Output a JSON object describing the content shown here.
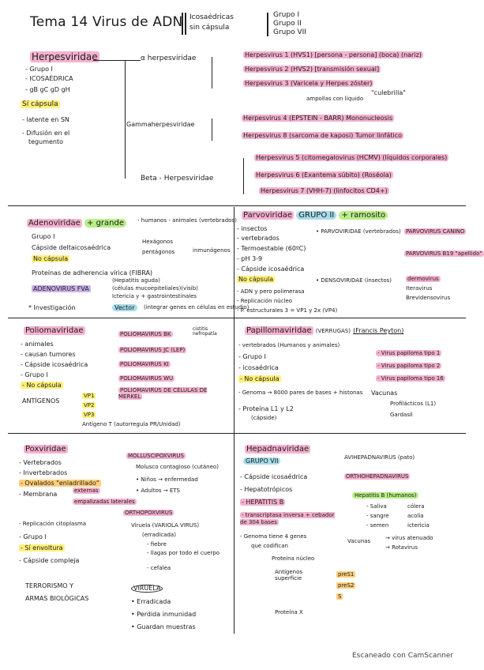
{
  "header": {
    "title": "Tema 14 Virus de ADN",
    "icosaedricas": "Icosaédricas",
    "sin_capsula": "sin cápsula",
    "grupos": [
      "Grupo I",
      "Grupo II",
      "Grupo VII"
    ]
  },
  "herpes": {
    "title": "Herpesviridae",
    "props": [
      "- Grupo I",
      "- ICOSAÉDRICA",
      "- gB gC gD gH",
      "Sí cápsula",
      "- latente en SN",
      "- Difusión en el",
      "tegumento"
    ],
    "alpha": "α herpesviridae",
    "gamma": "Gammaherpesviridae",
    "beta": "Beta - Herpesviridae",
    "hsv1": "Herpesvirus 1 (HVS1) [persona - persona] (boca) (nariz)",
    "hsv2": "Herpesvirus 2 (HVS2) [transmisión sexual]",
    "hsv3": "Herpesvirus 3 (Varicela y Herpes zóster)",
    "hsv3_note": "\"culebrilla\"",
    "hsv3_sub": "ampollas con líquido",
    "hsv4": "Herpesvirus 4 (EPSTEIN - BARR) Mononucleosis",
    "hsv8": "Herpesvirus 8 (sarcoma de kaposi) Tumor linfático",
    "hsv5": "Herpesvirus 5 (citomegalovirus (HCMV) (líquidos corporales)",
    "hsv6": "Herpesvirus 6 (Exantema súbito) (Roséola)",
    "hsv7": "Herpesvirus 7 (VHH-7) (linfocitos CD4+)"
  },
  "adeno": {
    "title": "Adenoviridae",
    "tag": "+ grande",
    "hosts": "- humanos - animales (vertebrados)",
    "lines": [
      "Grupo I",
      "Cápside deltaicosaédrica",
      "No cápsula",
      "Proteínas de adherencia vírica (FIBRA)"
    ],
    "capside_sub": [
      "Hexágonos",
      "pentágonos"
    ],
    "inmuno": "inmunógenos",
    "fva": "ADENOVIRUS FVA",
    "fva_desc": [
      "(Hepatitis aguda)",
      "(células mucoepiteliales)(visib)",
      "Ictericia y + gastrointestinales"
    ],
    "invest": "* Investigación",
    "vector": "Vector",
    "vector_desc": "(integrar genes en células en estudio)"
  },
  "parvo": {
    "title": "Parvoviridae",
    "tag1": "GRUPO II",
    "tag2": "+ ramosito",
    "lines": [
      "- insectos",
      "- vertebrados",
      "- Termoestable (60ºC)",
      "- pH 3-9",
      "- Cápside icosaédrica",
      "No cápsula",
      "- ADN y pero polimerasa",
      "- Replicación núcleo",
      "- P. estructurales 3 = VP1 y 2x (VP4)"
    ],
    "parvoviridae": "• PARVOVIRIDAE (vertebrados)",
    "p1": "PARVOVIRUS CANINO",
    "p2": "PARVOVIRUS B19 \"apellido\"",
    "denso": "• DENSOVIRIDAE (insectos)",
    "d1": "dermovirus",
    "d2": "Iteravirus",
    "d3": "Brevidensovirus"
  },
  "polyoma": {
    "title": "Poliomaviridae",
    "lines": [
      "- animales",
      "- causan tumores",
      "- Cápside icosaédrica",
      "- Grupo I",
      "- No cápsula"
    ],
    "antigenos": "ANTÍGENOS",
    "vp": [
      "VP1",
      "VP2",
      "VP3",
      "Antígeno T (autorregula PR/Unidad)"
    ],
    "v1": "POLIOMAVIRUS BK",
    "v1n": "cistitis nefropatía",
    "v2": "POLIOMAVIRUS JC (LEP)",
    "v3": "POLIOMAVIRUS KI",
    "v4": "POLIOMAVIRUS WU",
    "v5": "POLIOMAVIRUS DE CÉLULAS DE MERKEL"
  },
  "papilloma": {
    "title": "Papillomaviridae",
    "title_note": "(VERRUGAS)",
    "person": "(Francis Peyton)",
    "lines": [
      "- vertebrados (Humanos y animales)",
      "- Grupo I",
      "- icosaédrica",
      "- No cápsula",
      "- Genoma → 8000 pares de bases + histonas",
      "- Proteína L1 y L2",
      "(cápside)"
    ],
    "v1": "- Virus papiloma tipo 1",
    "v2": "- Virus papiloma tipo 2",
    "v3": "- Virus papiloma tipo 16",
    "vac": "Vacunas",
    "vac1": "Profilácticos (L1)",
    "vac2": "Gardasil"
  },
  "pox": {
    "title": "Poxviridae",
    "lines": [
      "- Vertebrados",
      "- Invertebrados",
      "- Ovalados \"enladrillado\"",
      "- Membrana",
      "- Replicación citoplasma",
      "- Grupo I",
      "- Sí envoltura",
      "- Cápside compleja"
    ],
    "memb": [
      "externas",
      "empalizadas laterales"
    ],
    "molluscipox": "MOLLUSCIPOXVIRUS",
    "m_desc": [
      "Molusco contagioso (cutáneo)",
      "• Niños → enfermedad",
      "• Adultos → ETS"
    ],
    "ortho": "ORTHOPOXVIRUS",
    "viruela": "Viruela (VARIOLA VIRUS)",
    "erradicada": "(erradicada)",
    "sintomas": [
      "- fiebre",
      "- llagas por todo el cuerpo",
      "- cefalea"
    ],
    "terror": [
      "TERRORISMO Y",
      "ARMAS BIOLÓGICAS"
    ],
    "v2": "VIRUELA",
    "v2_lines": [
      "• Erradicada",
      "• Perdida inmunidad",
      "• Guardan muestras"
    ]
  },
  "hepadna": {
    "title": "Hepadnaviridae",
    "tag": "GRUPO VII",
    "lines": [
      "- Cápside icosaédrica",
      "- Hepatotrópicos",
      "- HEPATITIS B",
      "- transcriptasa inversa + cebador de 304 bases",
      "- Genoma tiene 4 genes",
      "que codifican"
    ],
    "genes": [
      "Proteína núcleo",
      "Antígenos superficie",
      "Proteína X"
    ],
    "pres": [
      "preS1",
      "preS2",
      "S"
    ],
    "avi": "AVIHEPADNAVIRUS (pato)",
    "ortho": "ORTHOHEPADNAVIRUS",
    "hepb": "Hepatitis B (humanos)",
    "hepb_lines": [
      "- Saliva",
      "- sangre",
      "- semen"
    ],
    "hepb_sym": [
      "cólera",
      "acolia",
      "ictericia"
    ],
    "vacunas": "Vacunas",
    "vacunas_desc": [
      "→ virus atenuado",
      "→ Rotavirus"
    ]
  },
  "footer": "Escaneado con CamScanner"
}
